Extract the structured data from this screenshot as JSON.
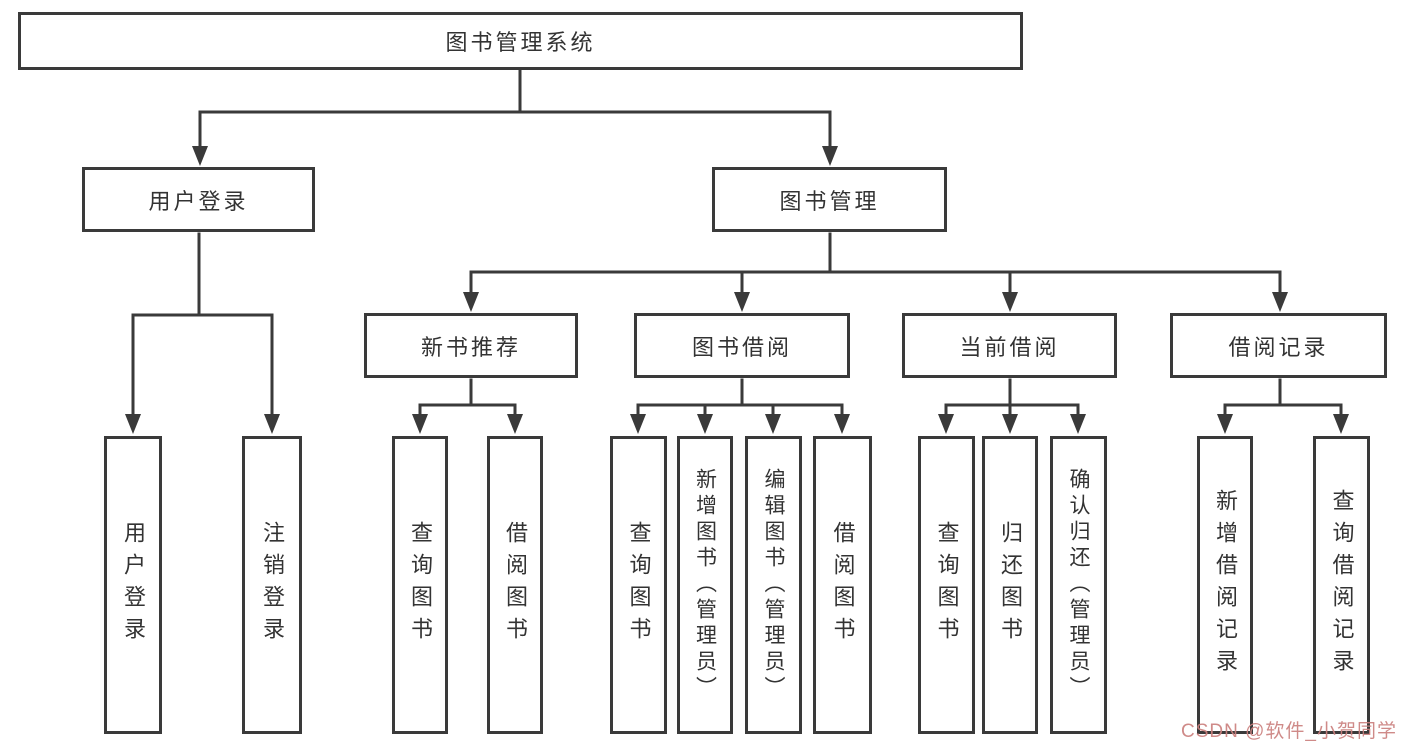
{
  "root_label": "图书管理系统",
  "branches": {
    "user_login": {
      "label": "用户登录",
      "children": [
        "用户登录",
        "注销登录"
      ]
    },
    "book_mgmt": {
      "label": "图书管理",
      "sections": [
        {
          "label": "新书推荐",
          "children": [
            "查询图书",
            "借阅图书"
          ]
        },
        {
          "label": "图书借阅",
          "children": [
            "查询图书",
            "新增图书（管理员）",
            "编辑图书（管理员）",
            "借阅图书"
          ]
        },
        {
          "label": "当前借阅",
          "children": [
            "查询图书",
            "归还图书",
            "确认归还（管理员）"
          ]
        },
        {
          "label": "借阅记录",
          "children": [
            "新增借阅记录",
            "查询借阅记录"
          ]
        }
      ]
    }
  },
  "watermark": "CSDN @软件_小贺同学",
  "colors": {
    "line": "#3a3a3a",
    "text": "#333333",
    "watermark": "#cb807e",
    "background": "#ffffff"
  }
}
